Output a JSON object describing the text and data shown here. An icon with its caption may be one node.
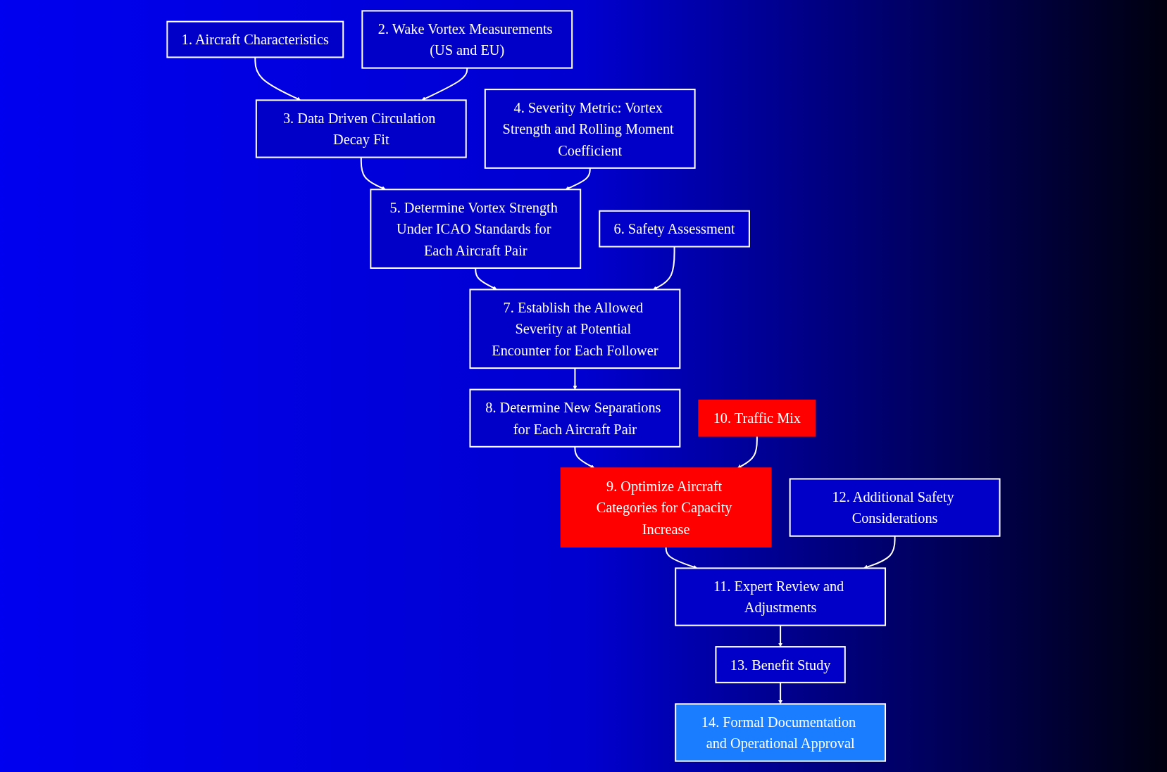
{
  "diagram": {
    "nodes": [
      {
        "text": [
          "1. Aircraft Characteristics"
        ]
      },
      {
        "text": [
          "4. Severity Metric: Vortex Strength and Rolling Moment Coefficient"
        ]
      },
      {
        "text": [
          "6. Safety Assessment"
        ]
      },
      {
        "text": [
          "3. Data Driven Circulation Decay Fit"
        ]
      },
      {
        "text": [
          "5. Determine Vortex Strength Under ICAO Standards for Each Aircraft Pair"
        ]
      },
      {
        "text": [
          "7. Establish the Allowed Severity at Potential Encounter for Each Follower"
        ]
      },
      {
        "text": [
          "2. Wake Vortex Measurements (US and EU)"
        ]
      },
      {
        "text": [
          "8. Determine New Separations for Each Aircraft Pair"
        ]
      },
      {
        "text": [
          "10. Traffic Mix"
        ]
      },
      {
        "text": [
          "9. Optimize Aircraft Categories for Capacity Increase"
        ]
      },
      {
        "text": [
          "12. Additional Safety Considerations"
        ]
      },
      {
        "text": [
          "11. Expert Review and Adjustments"
        ]
      },
      {
        "text": [
          "14. Formal Documentation and Operational Approval"
        ]
      },
      {
        "text": [
          "13. Benefit Study"
        ]
      }
    ],
    "edges": [
      {
        "from": 0,
        "to": 3,
        "arrow": "to"
      },
      {
        "from": 6,
        "to": 3,
        "arrow": "to"
      },
      {
        "from": 3,
        "to": 4,
        "arrow": "to"
      },
      {
        "from": 1,
        "to": 4,
        "arrow": "to"
      },
      {
        "from": 4,
        "to": 5,
        "arrow": "to"
      },
      {
        "from": 2,
        "to": 5,
        "arrow": "to"
      },
      {
        "from": 5,
        "to": 7,
        "arrow": "to"
      },
      {
        "from": 7,
        "to": 9,
        "arrow": "to"
      },
      {
        "from": 8,
        "to": 9,
        "arrow": "to"
      },
      {
        "from": 9,
        "to": 11,
        "arrow": "to"
      },
      {
        "from": 10,
        "to": 11,
        "arrow": "to"
      },
      {
        "from": 11,
        "to": 13,
        "arrow": "to"
      },
      {
        "from": 13,
        "to": 12,
        "arrow": "to"
      }
    ]
  }
}
